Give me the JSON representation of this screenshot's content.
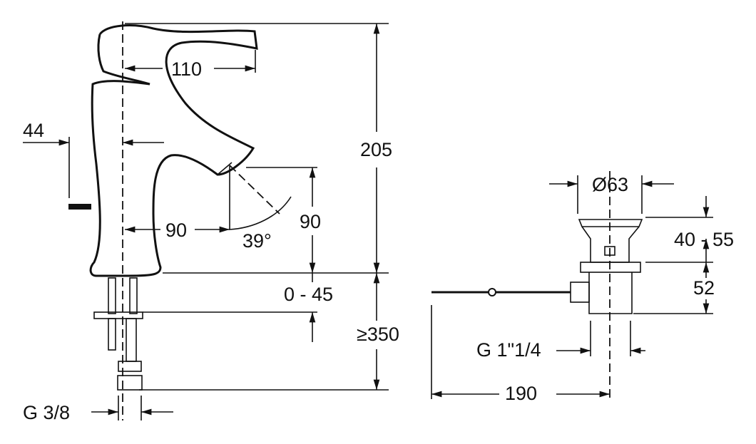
{
  "dimensions": {
    "spout_reach": "110",
    "handle_offset": "44",
    "total_height": "205",
    "outlet_distance": "90",
    "swivel_angle": "39°",
    "outlet_height": "90",
    "deck_thickness": "0 - 45",
    "hose_length": "≥350",
    "inlet_thread": "G 3/8",
    "waste_diameter": "Ø63",
    "waste_height_range": "40 - 55",
    "waste_body": "52",
    "waste_thread": "G 1\"1/4",
    "rod_length": "190"
  }
}
